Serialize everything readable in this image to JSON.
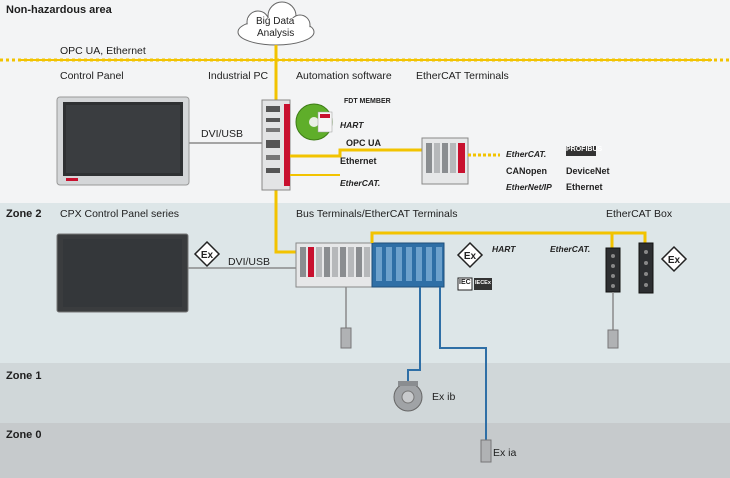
{
  "zones": {
    "non_hazardous": "Non-hazardous area",
    "zone2": "Zone 2",
    "zone1": "Zone 1",
    "zone0": "Zone 0"
  },
  "cloud": {
    "line1": "Big Data",
    "line2": "Analysis"
  },
  "network": {
    "label": "OPC UA, Ethernet"
  },
  "top_headers": {
    "control_panel": "Control Panel",
    "industrial_pc": "Industrial PC",
    "automation_software": "Automation software",
    "ethercat_terminals": "EtherCAT Terminals"
  },
  "zone2_headers": {
    "cpx_panel": "CPX Control Panel series",
    "bus_terminals": "Bus Terminals/EtherCAT Terminals",
    "ethercat_box": "EtherCAT Box"
  },
  "links": {
    "dvi_top": "DVI/USB",
    "dvi_zone2": "DVI/USB"
  },
  "logos": {
    "fdt": "FDT MEMBER",
    "hart": "HART",
    "opcua": "OPC UA",
    "ethernet": "Ethernet",
    "ethercat": "EtherCAT.",
    "ethercat_right": "EtherCAT.",
    "profibus": "PROFIBUS",
    "canopen": "CANopen",
    "devicenet": "DeviceNet",
    "ethernetip": "EtherNet/IP",
    "ethernet_right": "Ethernet",
    "hart_zone2": "HART",
    "ethercat_zone2": "EtherCAT.",
    "iec": "IEC",
    "iecex": "IECEx",
    "ex": "Ex"
  },
  "devices": {
    "ex_ib": "Ex ib",
    "ex_ia": "Ex ia"
  },
  "colors": {
    "bus_yellow": "#f2c300",
    "cable_blue": "#2f6fa6",
    "zone2_bg": "#dde6e8",
    "zone1_bg": "#d0d7d9",
    "zone0_bg": "#c6cacc",
    "accent_red": "#c8102e"
  }
}
